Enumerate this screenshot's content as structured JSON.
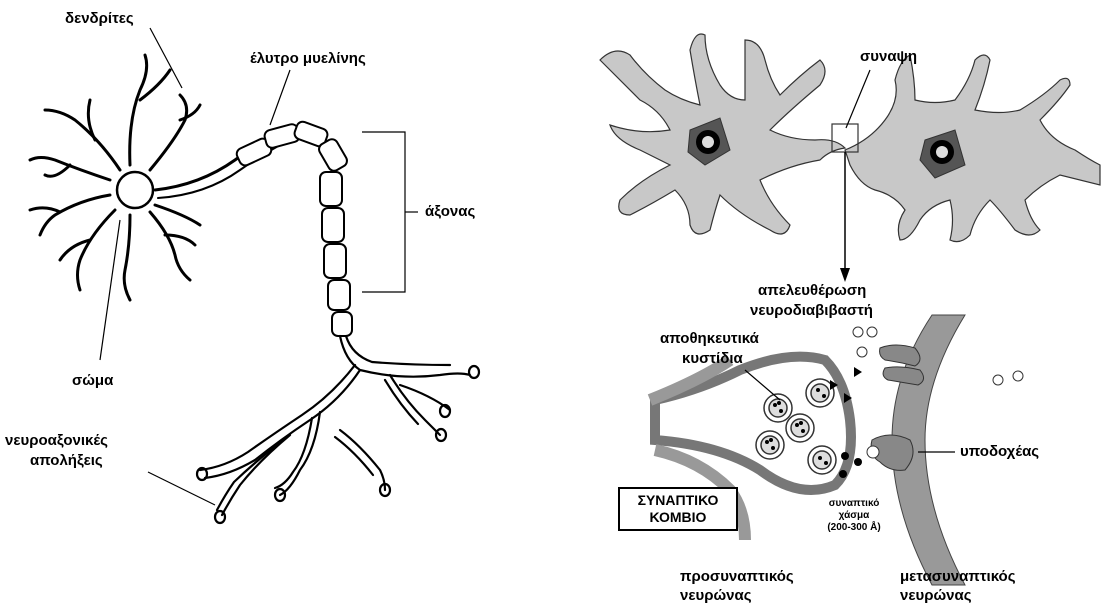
{
  "left_neuron": {
    "dendrites": "δενδρίτες",
    "myelin_sheath": "έλυτρο μυελίνης",
    "axon": "άξονας",
    "soma": "σώμα",
    "axon_terminals_line1": "νευροαξονικές",
    "axon_terminals_line2": "απολήξεις"
  },
  "right_top": {
    "synapse": "συναψη",
    "release_line1": "απελευθέρωση",
    "release_line2": "νευροδιαβιβαστή"
  },
  "synapse_detail": {
    "vesicles_line1": "αποθηκευτικά",
    "vesicles_line2": "κυστίδια",
    "receptor": "υποδοχέας",
    "junction_line1": "ΣΥΝΑΠΤΙΚΟ",
    "junction_line2": "ΚΟΜΒΙΟ",
    "cleft_line1": "συναπτικό",
    "cleft_line2": "χάσμα",
    "cleft_line3": "(200-300 Å)",
    "pre_line1": "προσυναπτικός",
    "pre_line2": "νευρώνας",
    "post_line1": "μετασυναπτικός",
    "post_line2": "νευρώνας"
  }
}
